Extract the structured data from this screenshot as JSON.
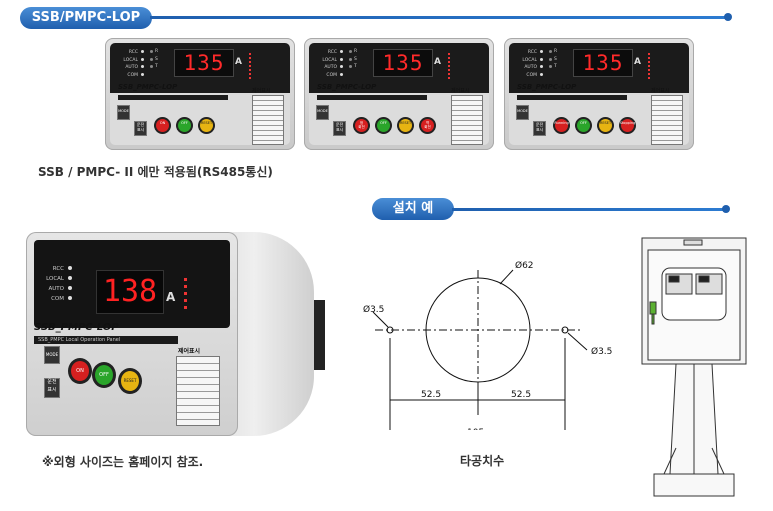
{
  "header": {
    "title": "SSB/PMPC-LOP"
  },
  "panels": [
    {
      "display": "135",
      "unit": "A",
      "indicators": [
        "RCC",
        "LOCAL",
        "AUTO",
        "COM"
      ],
      "indicators2": [
        "R",
        "S",
        "T"
      ],
      "brand": "SSB_PMPC-LOP",
      "mode_label": "MODE",
      "buttons": [
        {
          "label": "운전\n표시"
        },
        {
          "label": "ON"
        },
        {
          "label": "OFF"
        },
        {
          "label": "RESET"
        }
      ],
      "table_title": "제어표시"
    },
    {
      "display": "135",
      "unit": "A",
      "indicators": [
        "RCC",
        "LOCAL",
        "AUTO",
        "COM"
      ],
      "indicators2": [
        "R",
        "S",
        "T"
      ],
      "brand": "SSB_PMPC-LOP",
      "mode_label": "MODE",
      "buttons": [
        {
          "label": "운전\n표시"
        },
        {
          "label": "정\n회전"
        },
        {
          "label": "OFF"
        },
        {
          "label": "RESET"
        },
        {
          "label": "역\n회전"
        }
      ],
      "table_title": "제어표시"
    },
    {
      "display": "135",
      "unit": "A",
      "indicators": [
        "RCC",
        "LOCAL",
        "AUTO",
        "COM"
      ],
      "indicators2": [
        "R",
        "S",
        "T"
      ],
      "brand": "SSB_PMPC-LOP",
      "mode_label": "MODE",
      "buttons": [
        {
          "label": "운전\n표시"
        },
        {
          "label": "Running"
        },
        {
          "label": "OFF"
        },
        {
          "label": "RESET"
        },
        {
          "label": "Stopping"
        }
      ],
      "table_title": "제어표시"
    }
  ],
  "note_rs485": "SSB / PMPC- II 에만 적용됨(RS485통신)",
  "install": {
    "title": "설치 예"
  },
  "big_panel": {
    "display": "138",
    "unit": "A",
    "indicators": [
      "RCC",
      "LOCAL",
      "AUTO",
      "COM"
    ],
    "brand": "SSB_PMPC-LOP",
    "subtitle": "SSB_PMPC Local Operation Panel",
    "mode_label": "MODE",
    "buttons": [
      {
        "label": "운전\n표시"
      },
      {
        "label": "ON"
      },
      {
        "label": "OFF"
      },
      {
        "label": "RESET"
      }
    ],
    "table_title": "제어표시"
  },
  "note_size": "※외형 사이즈는 홈페이지 참조.",
  "drawing": {
    "caption": "타공치수",
    "dims": {
      "circle": "Ø62",
      "hole_left": "Ø3.5",
      "hole_right": "Ø3.5",
      "left_span": "52.5",
      "right_span": "52.5",
      "total": "105"
    }
  }
}
